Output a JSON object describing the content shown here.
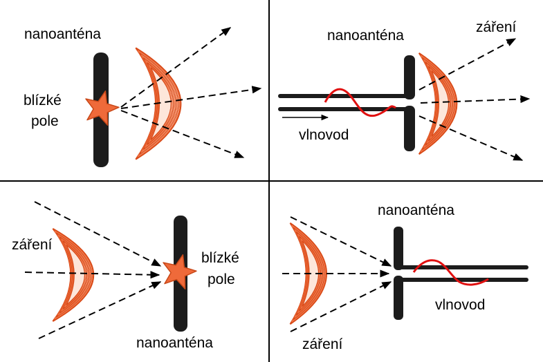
{
  "colors": {
    "antenna": "#1c1c1c",
    "wave": "#f07040",
    "wave_dark": "#d84a18",
    "star": "#ef6a3a",
    "signal": "#e01010",
    "divider": "#000000",
    "arrow": "#000000"
  },
  "panels": [
    {
      "id": "emitter-near-field",
      "labels": {
        "antenna": "nanoanténa",
        "near_field_1": "blízké",
        "near_field_2": "pole"
      }
    },
    {
      "id": "emitter-waveguide",
      "labels": {
        "antenna": "nanoanténa",
        "radiation": "záření",
        "waveguide": "vlnovod"
      }
    },
    {
      "id": "receiver-near-field",
      "labels": {
        "radiation": "záření",
        "near_field_1": "blízké",
        "near_field_2": "pole",
        "antenna": "nanoanténa"
      }
    },
    {
      "id": "receiver-waveguide",
      "labels": {
        "antenna": "nanoanténa",
        "radiation": "záření",
        "waveguide": "vlnovod"
      }
    }
  ]
}
